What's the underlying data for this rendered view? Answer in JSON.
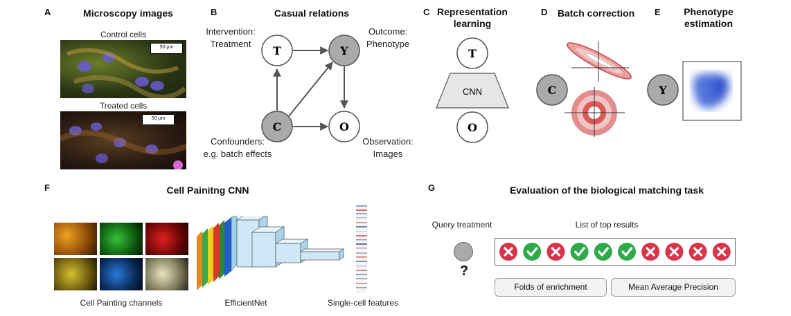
{
  "panels": {
    "A": {
      "letter": "A",
      "title": "Microscopy images",
      "control_label": "Control cells",
      "treated_label": "Treated cells",
      "scalebar": "50 μm"
    },
    "B": {
      "letter": "B",
      "title": "Casual relations",
      "nodes": {
        "T": "T",
        "Y": "Y",
        "C": "C",
        "O": "O"
      },
      "intervention": [
        "Intervention:",
        "Treatment"
      ],
      "outcome": [
        "Outcome:",
        "Phenotype"
      ],
      "confounders": [
        "Confounders:",
        "e.g. batch effects"
      ],
      "observation": [
        "Observation:",
        "Images"
      ]
    },
    "C": {
      "letter": "C",
      "title": [
        "Representation",
        "learning"
      ],
      "top_node": "T",
      "cnn_label": "CNN",
      "bottom_node": "O"
    },
    "D": {
      "letter": "D",
      "title": "Batch correction",
      "node": "C"
    },
    "E": {
      "letter": "E",
      "title": [
        "Phenotype",
        "estimation"
      ],
      "node": "Y"
    },
    "F": {
      "letter": "F",
      "title": "Cell Painitng CNN",
      "channels_label": "Cell Painting channels",
      "network_label": "EfficientNet",
      "features_label": "Single-cell features"
    },
    "G": {
      "letter": "G",
      "title": "Evaluation of the biological matching task",
      "query_label": "Query treatment",
      "query_mark": "?",
      "results_label": "List of top results",
      "results": [
        false,
        true,
        false,
        true,
        true,
        true,
        false,
        false,
        false,
        false
      ],
      "metric_1": "Folds of enrichment",
      "metric_2": "Mean Average Precision"
    }
  },
  "colors": {
    "match": "#2faa4a",
    "mismatch": "#d8344a",
    "node_gray": "#aaaaaa",
    "cnn_fill": "#cfe8f7"
  }
}
